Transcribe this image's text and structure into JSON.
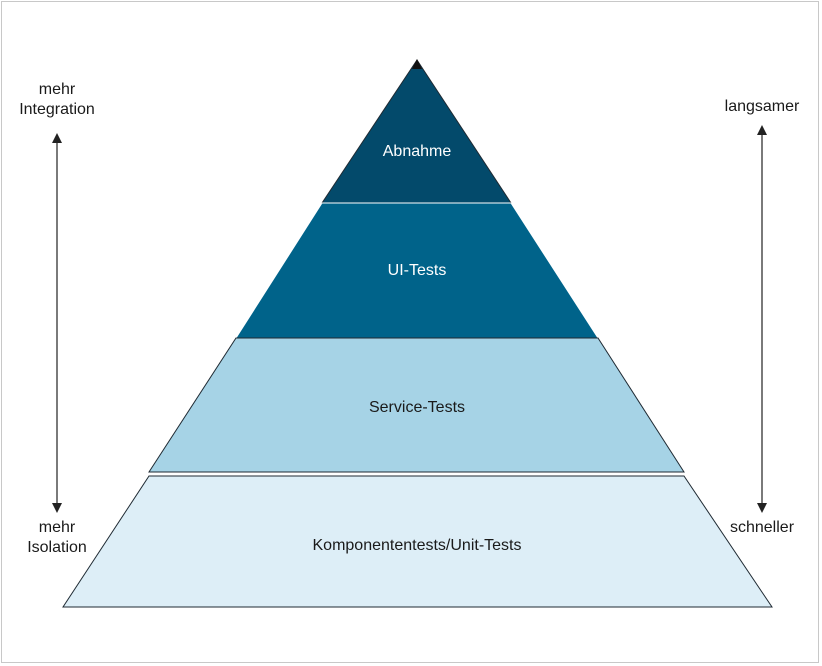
{
  "diagram": {
    "layers": [
      {
        "label": "Abnahme",
        "fill": "#034a6b",
        "text_color": "#ffffff"
      },
      {
        "label": "UI-Tests",
        "fill": "#00638a",
        "text_color": "#ffffff"
      },
      {
        "label": "Service-Tests",
        "fill": "#a6d3e6",
        "text_color": "#1a1a1a"
      },
      {
        "label": "Komponententests/Unit-Tests",
        "fill": "#ddeef7",
        "text_color": "#1a1a1a"
      }
    ],
    "left_axis": {
      "top_line1": "mehr",
      "top_line2": "Integration",
      "bottom_line1": "mehr",
      "bottom_line2": "Isolation"
    },
    "right_axis": {
      "top": "langsamer",
      "bottom": "schneller"
    },
    "colors": {
      "outline": "#1f2a33",
      "arrow": "#222222"
    }
  }
}
